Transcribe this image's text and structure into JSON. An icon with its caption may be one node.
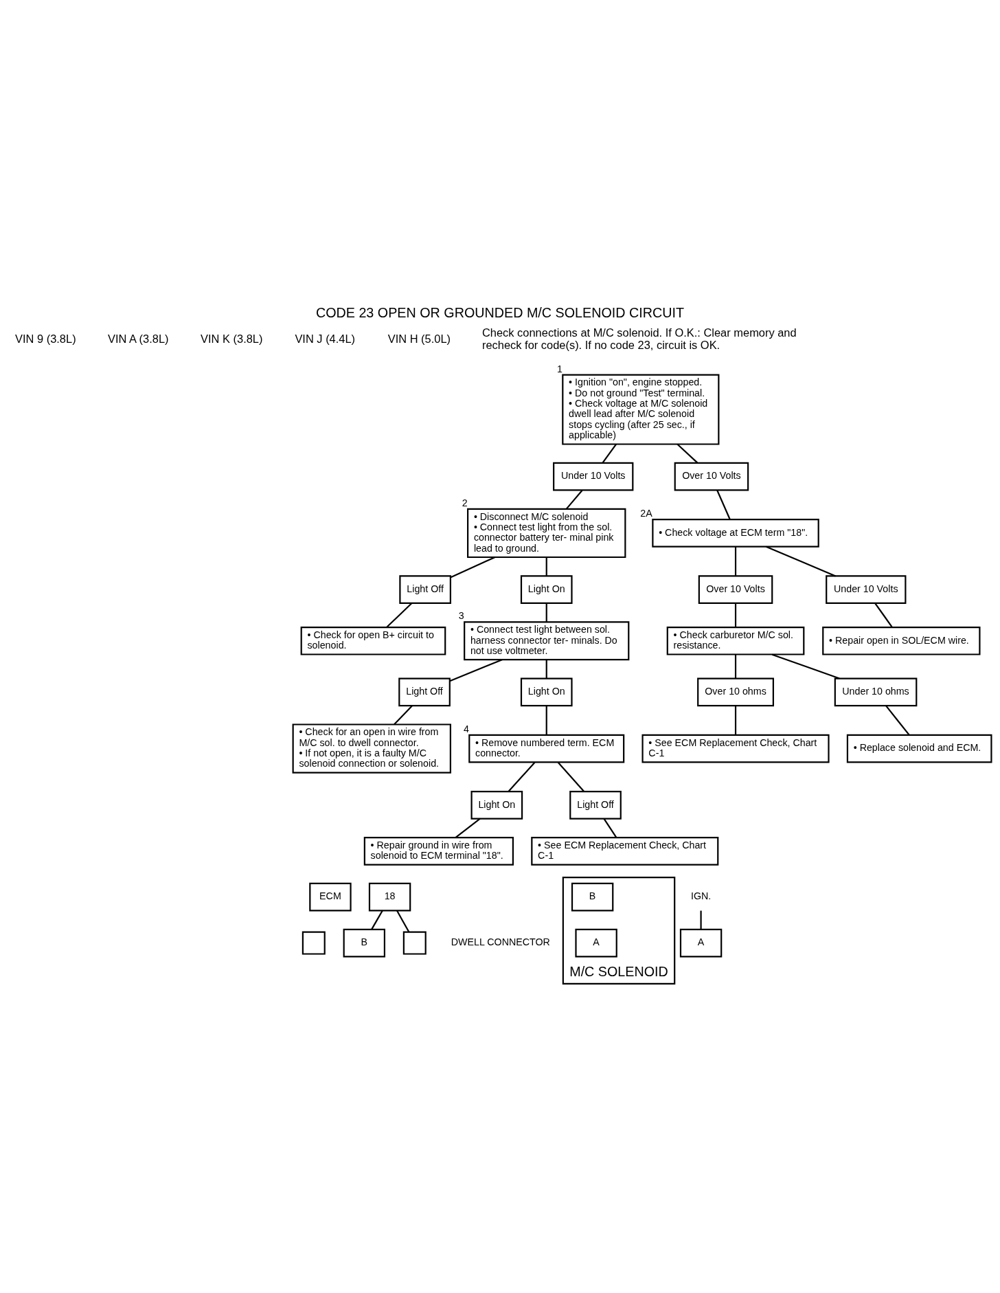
{
  "diagram": {
    "title": "CODE 23 OPEN OR GROUNDED M/C SOLENOID CIRCUIT",
    "nodes": [
      {
        "text": [
          "• Ignition \"on\", engine stopped.",
          "• Do not ground \"Test\" terminal.",
          "• Check voltage at M/C solenoid dwell lead after M/C solenoid stops cycling (after 25 sec., if applicable)"
        ],
        "beside": [
          "1"
        ]
      },
      {
        "text": [
          "Under 10 Volts"
        ]
      },
      {
        "text": [
          "Over 10 Volts"
        ]
      },
      {
        "text": [
          "• Disconnect M/C solenoid",
          "• Connect test light from the sol. connector battery ter- minal pink lead to ground."
        ],
        "beside": [
          "2"
        ]
      },
      {
        "text": [
          "• Check voltage at ECM term \"18\"."
        ],
        "beside": [
          "2A"
        ]
      },
      {
        "text": [
          "Light Off"
        ]
      },
      {
        "text": [
          "Light On"
        ]
      },
      {
        "text": [
          "• Check for open B+ circuit to solenoid."
        ]
      },
      {
        "text": [
          "• Connect test light between sol. harness connector ter- minals. Do not use voltmeter."
        ],
        "beside": [
          "3"
        ]
      },
      {
        "text": [
          "Over 10 Volts"
        ]
      },
      {
        "text": [
          "Under 10 Volts"
        ]
      },
      {
        "text": [
          "• Check carburetor M/C sol. resistance."
        ]
      },
      {
        "text": [
          "• Repair open in SOL/ECM wire."
        ]
      },
      {
        "text": [
          "Over 10 ohms"
        ]
      },
      {
        "text": [
          "Under 10 ohms"
        ]
      },
      {
        "text": [
          "• See ECM Replacement Check, Chart C-1"
        ]
      },
      {
        "text": [
          "• Replace solenoid and ECM."
        ]
      },
      {
        "text": [
          "Light Off"
        ]
      },
      {
        "text": [
          "Light On"
        ]
      },
      {
        "text": [
          "• Check for an open in wire from M/C sol. to dwell connector.",
          "• If not open, it is a faulty M/C solenoid connection or solenoid."
        ]
      },
      {
        "text": [
          "• Remove numbered term. ECM connector."
        ],
        "beside": [
          "4"
        ]
      },
      {
        "text": [
          "Light On"
        ]
      },
      {
        "text": [
          "Light Off"
        ]
      },
      {
        "text": [
          "• See ECM Replacement Check, Chart C-1"
        ]
      },
      {
        "text": [
          "• Repair ground in wire from solenoid to ECM terminal \"18\"."
        ]
      },
      {
        "text": [
          "ECM"
        ]
      },
      {
        "text": [
          "18"
        ]
      },
      {
        "text": [],
        "shape": "box"
      },
      {
        "text": [
          "B"
        ]
      },
      {
        "text": [
          "A"
        ]
      },
      {
        "text": [],
        "shape": "box",
        "beside": [
          "DWELL CONNECTOR"
        ]
      },
      {
        "text": [
          "IGN."
        ]
      },
      {
        "text": [
          "M/C SOLENOID"
        ]
      },
      {
        "text": [
          "B"
        ],
        "in": 32
      },
      {
        "text": [
          "A"
        ],
        "in": 32
      }
    ],
    "edges": [
      {
        "from": 0,
        "to": 1,
        "arrow": "none"
      },
      {
        "from": 0,
        "to": 2,
        "arrow": "none"
      },
      {
        "from": 1,
        "to": 3,
        "arrow": "none"
      },
      {
        "from": 2,
        "to": 4,
        "arrow": "none"
      },
      {
        "from": 3,
        "to": 6,
        "arrow": "none"
      },
      {
        "from": 3,
        "to": 5,
        "arrow": "none"
      },
      {
        "from": 5,
        "to": 7,
        "arrow": "none"
      },
      {
        "from": 6,
        "to": 8,
        "arrow": "none"
      },
      {
        "from": 4,
        "to": 9,
        "arrow": "none"
      },
      {
        "from": 4,
        "to": 10,
        "arrow": "none"
      },
      {
        "from": 9,
        "to": 11,
        "arrow": "none"
      },
      {
        "from": 10,
        "to": 12,
        "arrow": "none"
      },
      {
        "from": 11,
        "to": 13,
        "arrow": "none"
      },
      {
        "from": 11,
        "to": 14,
        "arrow": "none"
      },
      {
        "from": 13,
        "to": 15,
        "arrow": "none"
      },
      {
        "from": 14,
        "to": 16,
        "arrow": "none"
      },
      {
        "from": 8,
        "to": 17,
        "arrow": "none"
      },
      {
        "from": 8,
        "to": 18,
        "arrow": "none"
      },
      {
        "from": 17,
        "to": 19,
        "arrow": "none"
      },
      {
        "from": 18,
        "to": 20,
        "arrow": "none"
      },
      {
        "from": 20,
        "to": 21,
        "arrow": "none"
      },
      {
        "from": 20,
        "to": 22,
        "arrow": "none"
      },
      {
        "from": 22,
        "to": 23,
        "arrow": "none"
      },
      {
        "from": 21,
        "to": 24,
        "arrow": "none"
      },
      {
        "from": 26,
        "to": 28,
        "arrow": "none"
      },
      {
        "from": 26,
        "to": 30,
        "arrow": "none"
      },
      {
        "from": 31,
        "to": 29,
        "arrow": "none"
      }
    ],
    "labels": [
      "VIN 9 (3.8L)",
      "VIN A (3.8L)",
      "VIN K (3.8L)",
      "VIN J (4.4L)",
      "VIN H (5.0L)",
      "Check connections at M/C solenoid. If O.K.: Clear memory and recheck for code(s). If no code 23, circuit is OK."
    ]
  }
}
